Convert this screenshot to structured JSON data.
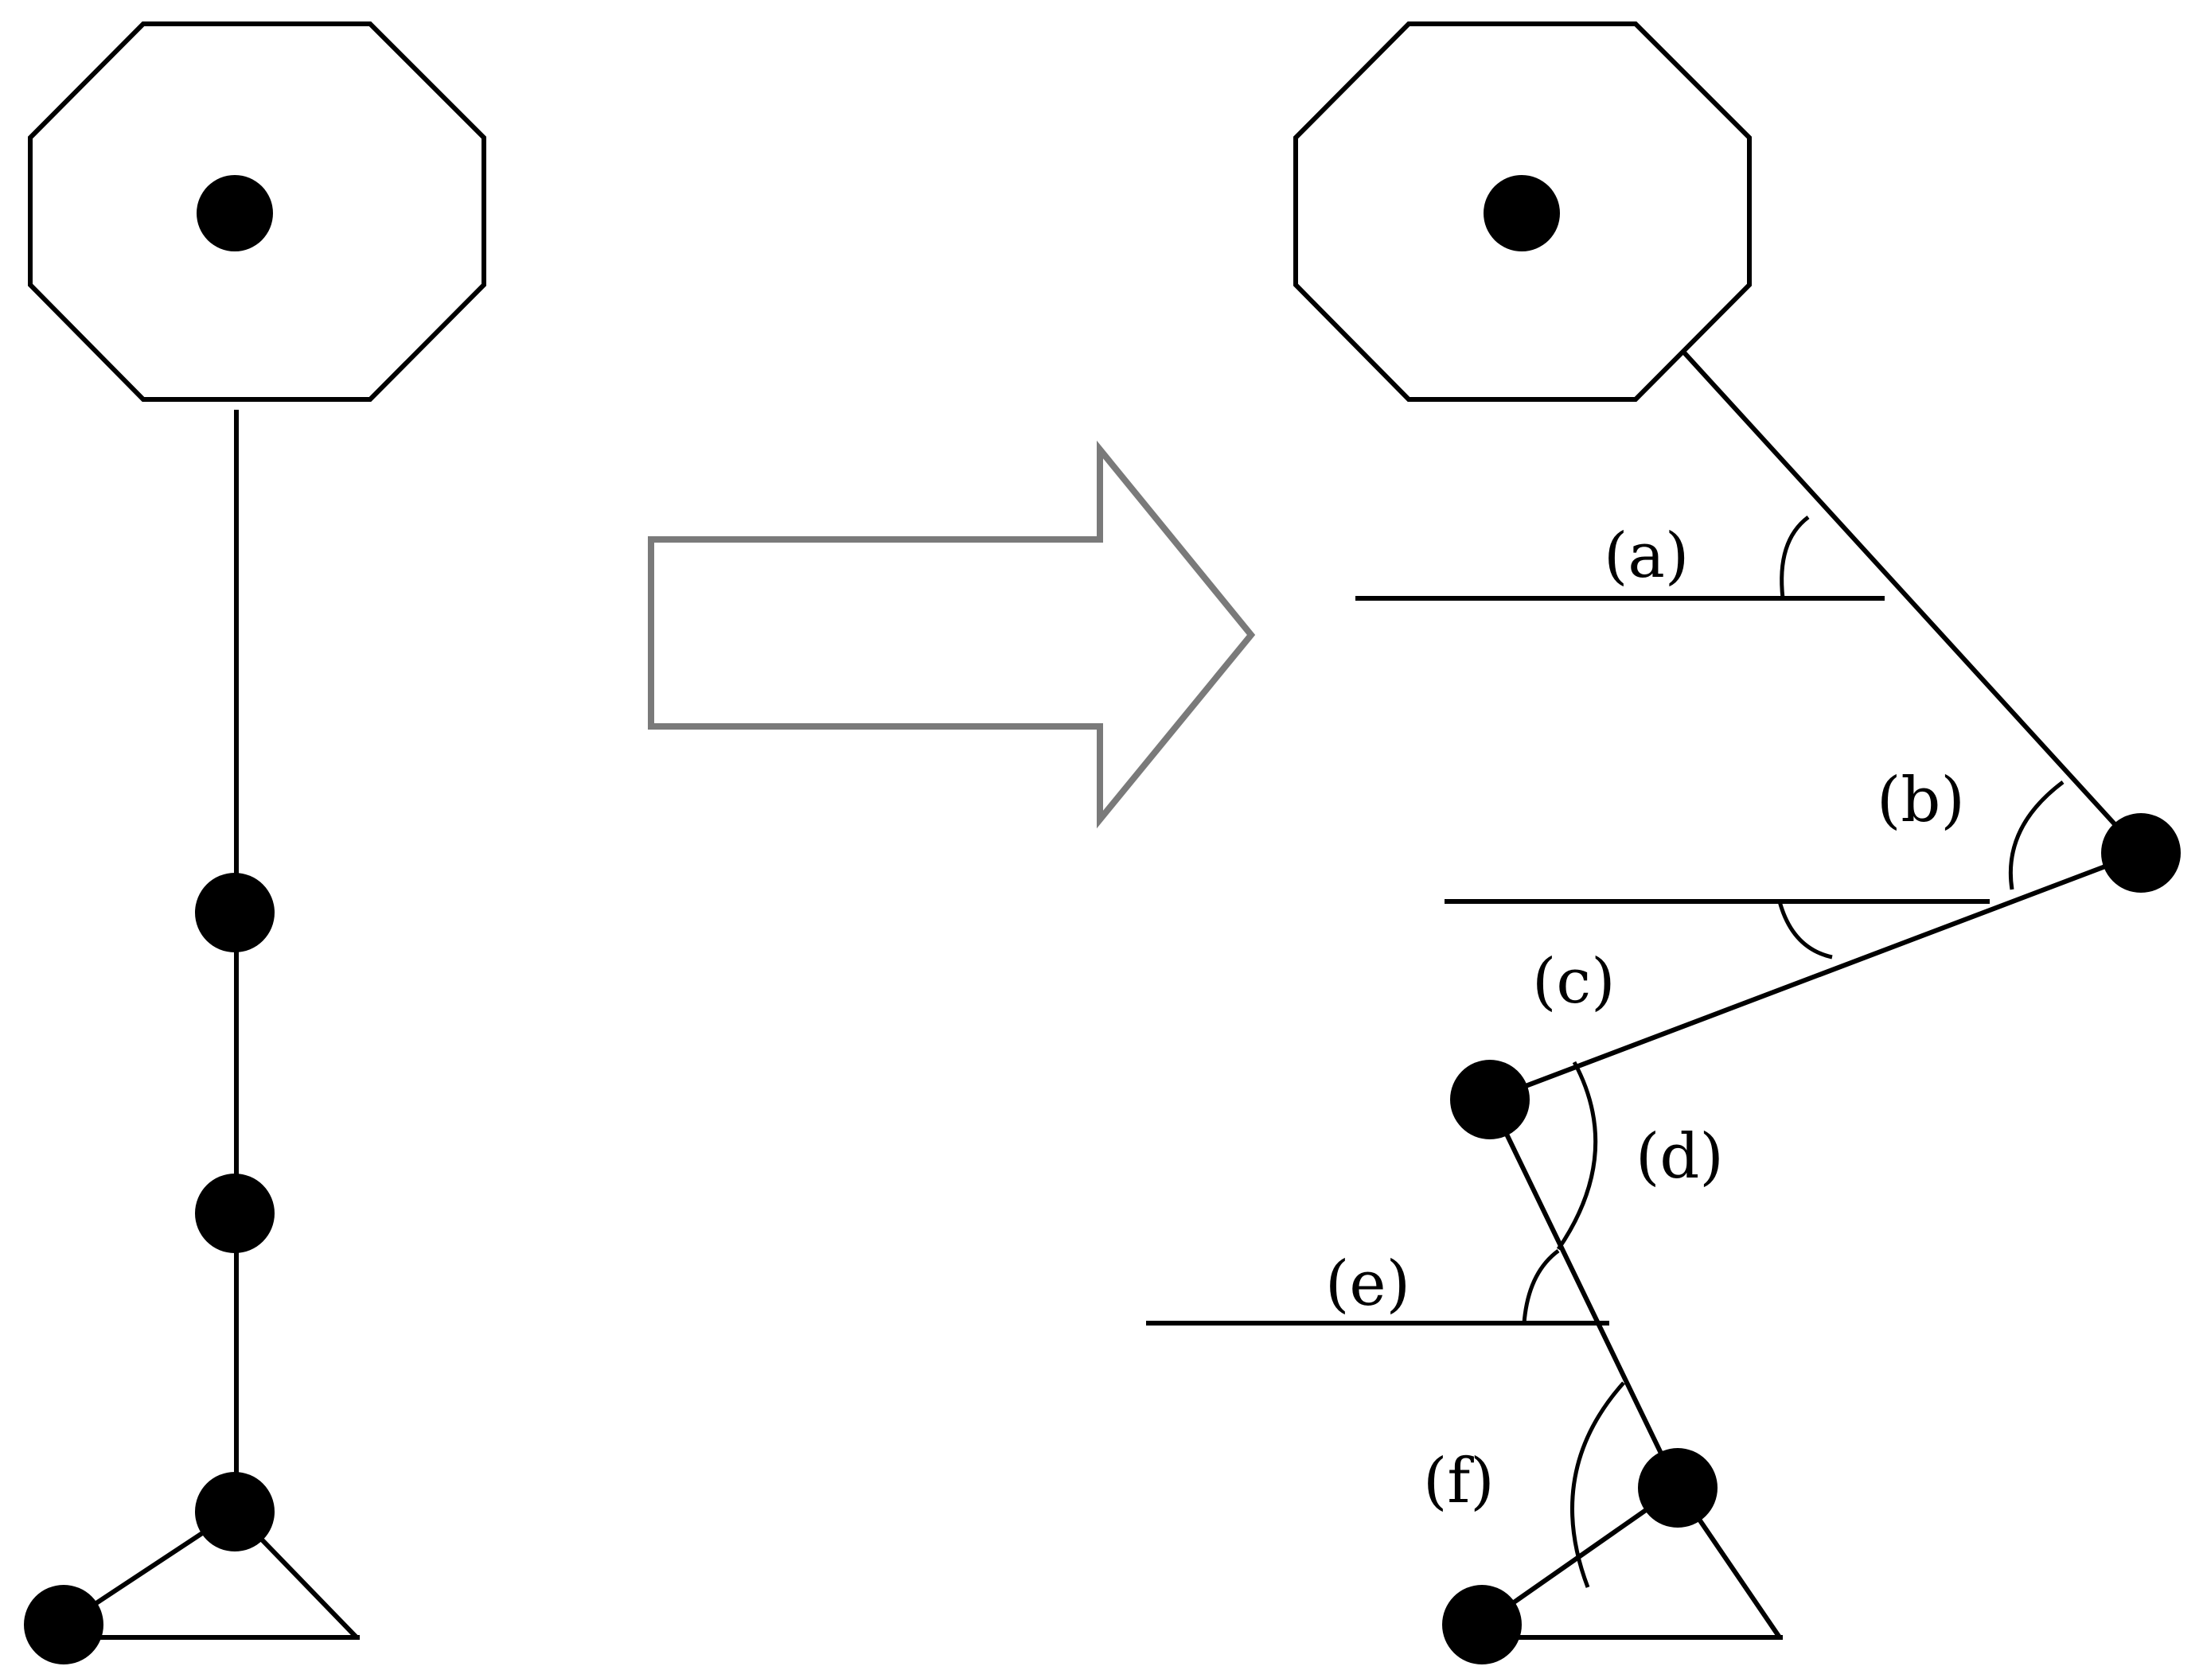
{
  "colors": {
    "stroke": "#000000",
    "joint": "#000000",
    "arrow_outline": "#7a7a7a",
    "background": "#ffffff"
  },
  "figure": {
    "left_pose": "upright",
    "right_pose": "bent",
    "transition": "arrow-right"
  },
  "angle_labels": {
    "a": "(a)",
    "b": "(b)",
    "c": "(c)",
    "d": "(d)",
    "e": "(e)",
    "f": "(f)"
  }
}
